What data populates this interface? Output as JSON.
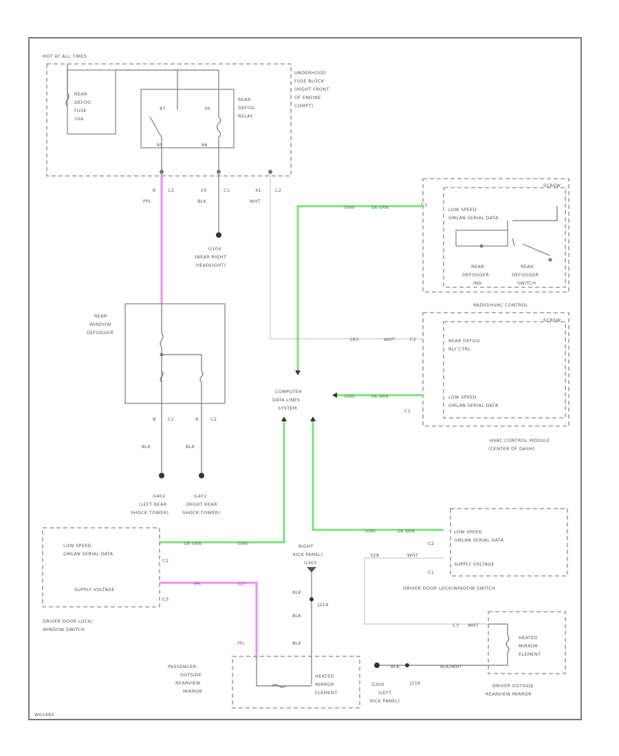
{
  "underhood": {
    "hot": "HOT AT ALL TIMES",
    "fuse": [
      "REAR",
      "DEFOG",
      "FUSE",
      "10A"
    ],
    "relay": [
      "REAR",
      "DEFOG",
      "RELAY"
    ],
    "block": [
      "UNDERHOOD",
      "FUSE BLOCK",
      "(RIGHT FRONT",
      "OF ENGINE",
      "COMPT)"
    ],
    "pin87": "87",
    "pin30": "30",
    "pin85": "85",
    "pin86": "86"
  },
  "wires": {
    "w1": "8",
    "w1c": "C2",
    "w1col": "PPL",
    "w2": "20",
    "w2c": "C1",
    "w2col": "BLK",
    "w3": "41",
    "w3c": "C2",
    "w3col": "WHT"
  },
  "grounds": {
    "g104": [
      "G104",
      "(NEAR RIGHT",
      "HEADLIGHT)"
    ],
    "g402": [
      "G402",
      "(LEFT REAR",
      "SHOCK TOWER)"
    ],
    "g401": [
      "G401",
      "(RIGHT REAR",
      "SHOCK TOWER)"
    ],
    "g303": [
      "RIGHT",
      "KICK PANEL)",
      "G303"
    ],
    "g300": [
      "G300",
      "(LEFT",
      "KICK PANEL)"
    ]
  },
  "defogger": {
    "title": [
      "REAR",
      "WINDOW",
      "DEFOGGER"
    ],
    "pinL": "B",
    "pinLc": "C1",
    "pinR": "A",
    "pinRc": "C2",
    "colL": "BLK",
    "colR": "BLK"
  },
  "dls": [
    "COMPUTER",
    "DATA LINES",
    "SYSTEM"
  ],
  "control": {
    "top_label": "SCREW",
    "low_speed": [
      "LOW SPEED",
      "GMLAN SERIAL DATA"
    ],
    "ind": [
      "REAR",
      "DEFOGGER",
      "IND"
    ],
    "sw": [
      "REAR",
      "DEFOGGER",
      "SWITCH"
    ],
    "title": "RADIO/HVAC CONTROL",
    "pin": "C1"
  },
  "hvac": {
    "top_label": "SCREW",
    "rly": [
      "REAR DEFOG",
      "RLY CTRL"
    ],
    "low_speed": [
      "LOW SPEED",
      "GMLAN SERIAL DATA"
    ],
    "title": [
      "HVAC CONTROL MODULE",
      "(CENTER OF DASH)"
    ],
    "pin": "C1",
    "wire_num": "193",
    "wire_col": "WHT",
    "pin2": "C1"
  },
  "gmlan": {
    "num": "5060",
    "col": "DK GRN"
  },
  "ddl_right": {
    "low_speed": [
      "LOW SPEED",
      "GMLAN SERIAL DATA"
    ],
    "supply": "SUPPLY VOLTAGE",
    "title": "DRIVER DOOR LOCK/WINDOW SWITCH",
    "pin1": "C2",
    "pin2": "C1",
    "wnum": "328",
    "wcol": "WHT"
  },
  "ddl_left": {
    "low_speed": [
      "LOW SPEED",
      "GMLAN SERIAL DATA"
    ],
    "supply": "SUPPLY VOLTAGE",
    "title": [
      "DRIVER DOOR LOCK/",
      "WINDOW SWITCH"
    ],
    "pin1": "C2",
    "pin2": "C3",
    "pnum": "PPL",
    "pcol": "327"
  },
  "passenger": {
    "title": [
      "PASSENGER",
      "OUTSIDE",
      "REARVIEW",
      "MIRROR"
    ],
    "element": [
      "HEATED",
      "MIRROR",
      "ELEMENT"
    ],
    "wcol": "PPL",
    "gcol": "BLK",
    "splice": "J218"
  },
  "driver_mirror": {
    "title": [
      "DRIVER OUTSIDE",
      "REARVIEW MIRROR"
    ],
    "element": [
      "HEATED",
      "MIRROR",
      "ELEMENT"
    ],
    "wnum": "C3",
    "wcol": "WHT",
    "gnd_label": "BLK",
    "gnd_col": "BLK/WHT",
    "splice": "J216"
  },
  "footer": "W02985"
}
